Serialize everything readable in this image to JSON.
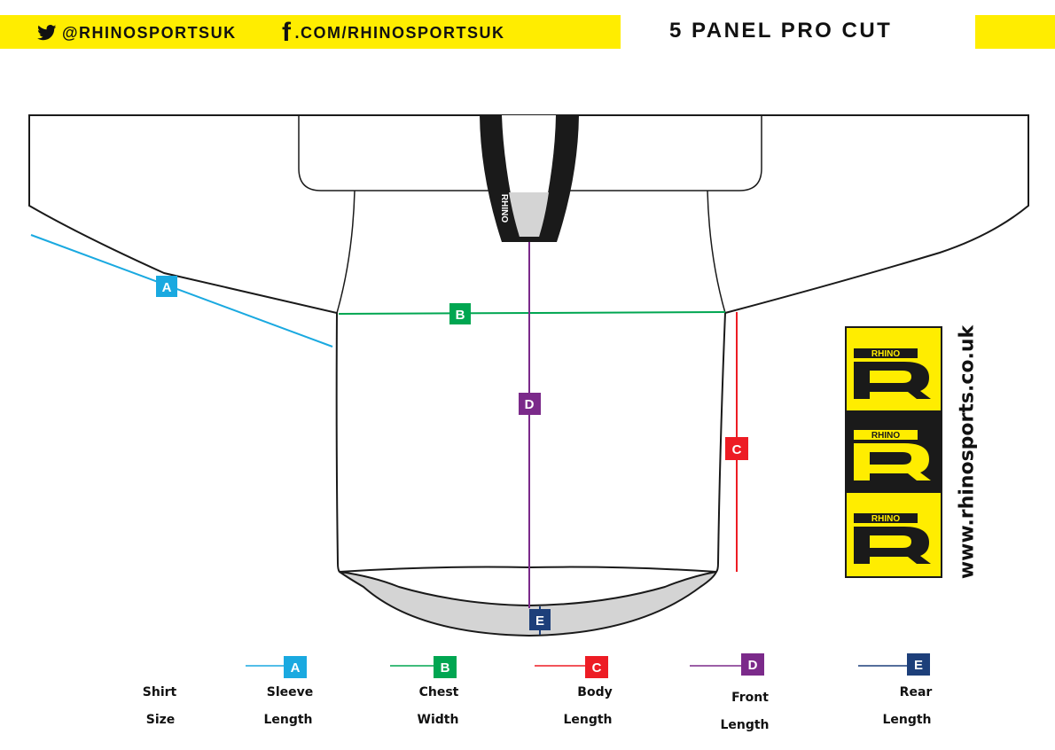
{
  "header": {
    "twitter_handle": "@RHINOSPORTSUK",
    "facebook_letter": "f",
    "facebook_url": ".COM/RHINOSPORTSUK",
    "title": "5 PANEL PRO CUT",
    "accent_color": "#ffed00"
  },
  "collar_brand": "RHINO",
  "logo_panels": [
    "RHINO",
    "RHINO",
    "RHINO"
  ],
  "website": "www.rhinosports.co.uk",
  "markers": {
    "A": {
      "letter": "A",
      "color": "#1aa9e0"
    },
    "B": {
      "letter": "B",
      "color": "#00a651"
    },
    "C": {
      "letter": "C",
      "color": "#ed1c24"
    },
    "D": {
      "letter": "D",
      "color": "#7b2a8a"
    },
    "E": {
      "letter": "E",
      "color": "#1d3f7a"
    }
  },
  "legend": {
    "shirt_size": [
      "Shirt",
      "Size"
    ],
    "A": [
      "Sleeve",
      "Length"
    ],
    "B": [
      "Chest",
      "Width"
    ],
    "C": [
      "Body",
      "Length"
    ],
    "D": [
      "Front",
      "Length"
    ],
    "E": [
      "Rear",
      "Length"
    ]
  }
}
